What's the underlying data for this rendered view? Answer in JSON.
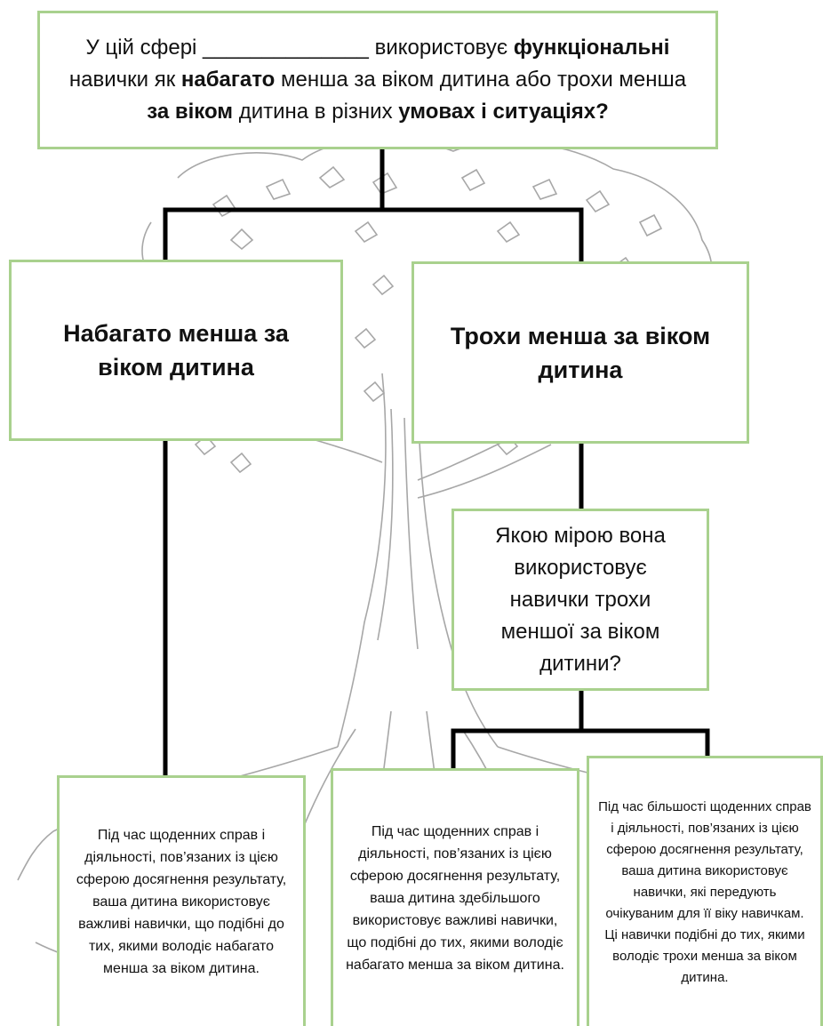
{
  "question": {
    "parts": [
      {
        "text": "У цій сфері ______________ використовує ",
        "bold": false
      },
      {
        "text": "функціональні",
        "bold": true
      },
      {
        "text": " навички як ",
        "bold": false
      },
      {
        "text": "набагато",
        "bold": true
      },
      {
        "text": " менша за віком дитина або трохи менша ",
        "bold": false
      },
      {
        "text": "за віком",
        "bold": true
      },
      {
        "text": " дитина в різних ",
        "bold": false
      },
      {
        "text": "умовах і ситуаціях?",
        "bold": true
      }
    ]
  },
  "branches": {
    "much_younger": "Набагато менша за віком дитина",
    "slightly_younger": "Трохи менша за віком дитина"
  },
  "followup_question": "Якою мірою вона використовує навички трохи меншої за віком дитини?",
  "leaves": [
    "Під час щоденних справ і діяльності, пов’язаних із цією сферою досягнення результату, ваша дитина використовує важливі навички, що подібні до тих, якими володіє набагато менша за віком дитина.",
    "Під час щоденних справ і діяльності, пов’язаних із цією сферою досягнення результату, ваша дитина здебільшого використовує важливі навички, що подібні до тих, якими володіє набагато менша за віком дитина.",
    "Під час більшості щоденних справ і діяльності, пов’язаних із цією сферою досягнення результату, ваша дитина використовує навички, які передують очікуваним для її віку навичкам. Ці навички подібні до тих, якими володіє трохи менша за віком дитина."
  ],
  "colors": {
    "box_border": "#a9d18e",
    "connector": "#000000",
    "tree_sketch": "#8a8a8a"
  },
  "icons": {
    "background": "tree-sketch-icon"
  }
}
